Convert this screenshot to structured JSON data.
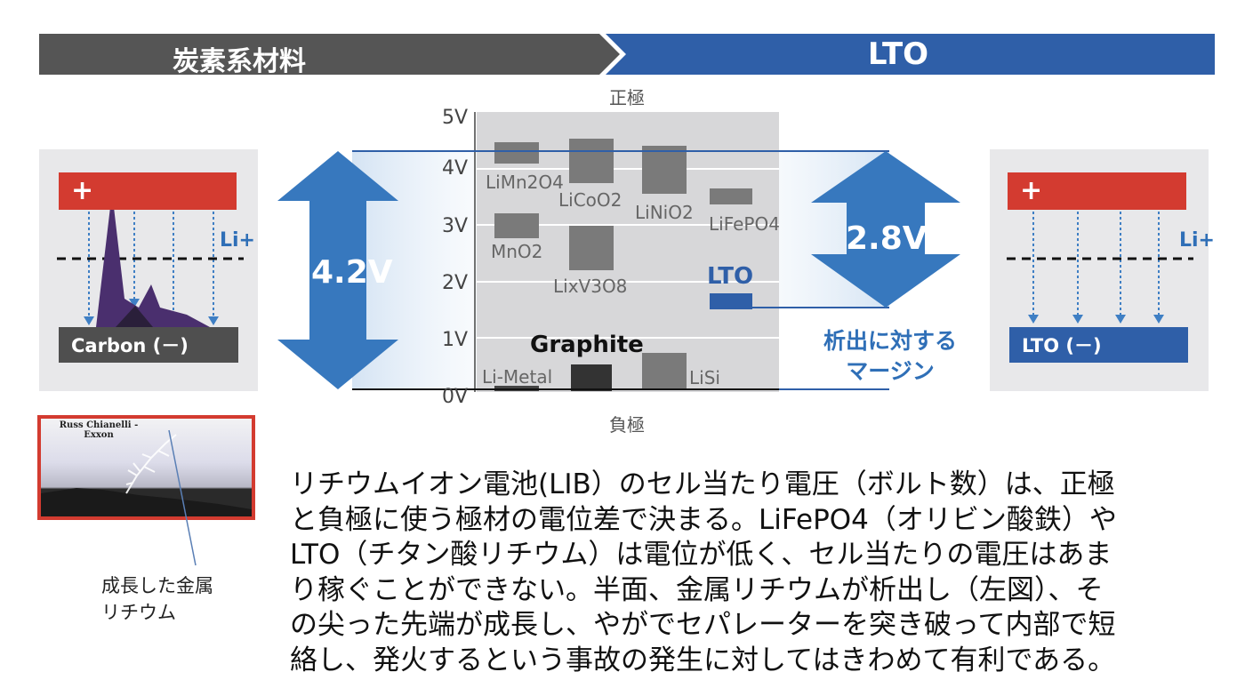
{
  "banner": {
    "left_title": "炭素系材料",
    "right_title": "LTO",
    "left_color": "#555555",
    "right_color": "#2f5fa8"
  },
  "left_panel": {
    "plus": "+",
    "ion": "Li+",
    "electrode": "Carbon (－)"
  },
  "right_panel": {
    "plus": "+",
    "ion": "Li+",
    "electrode": "LTO (－)"
  },
  "voltage_chart": {
    "top_label": "正極",
    "bottom_label": "負極",
    "y_ticks": [
      "5V",
      "4V",
      "3V",
      "2V",
      "1V",
      "0V"
    ],
    "materials": {
      "limn2o4": "LiMn2O4",
      "licoo2": "LiCoO2",
      "linio2": "LiNiO2",
      "lifepo4": "LiFePO4",
      "mno2": "MnO2",
      "lixv3o8": "LixV3O8",
      "lto": "LTO",
      "graphite": "Graphite",
      "li_metal": "Li-Metal",
      "lisi": "LiSi"
    },
    "left_span": "4.2V",
    "right_span": "2.8V",
    "margin_label_line1": "析出に対する",
    "margin_label_line2": "マージン"
  },
  "dendrite_photo": {
    "credit_line1": "Russ Chianelli -",
    "credit_line2": "Exxon",
    "caption_line1": "成長した金属",
    "caption_line2": "リチウム"
  },
  "description": {
    "line1": "リチウムイオン電池(LIB）のセル当たり電圧（ボルト数）は、正極",
    "line2": "と負極に使う極材の電位差で決まる。LiFePO4（オリビン酸鉄）や",
    "line3": "LTO（チタン酸リチウム）は電位が低く、セル当たりの電圧はあま",
    "line4": "り稼ぐことができない。半面、金属リチウムが析出し（左図）、そ",
    "line5": "の尖った先端が成長し、やがでセパレーターを突き破って内部で短",
    "line6": "絡し、発火するという事故の発生に対してはきわめて有利である。"
  }
}
